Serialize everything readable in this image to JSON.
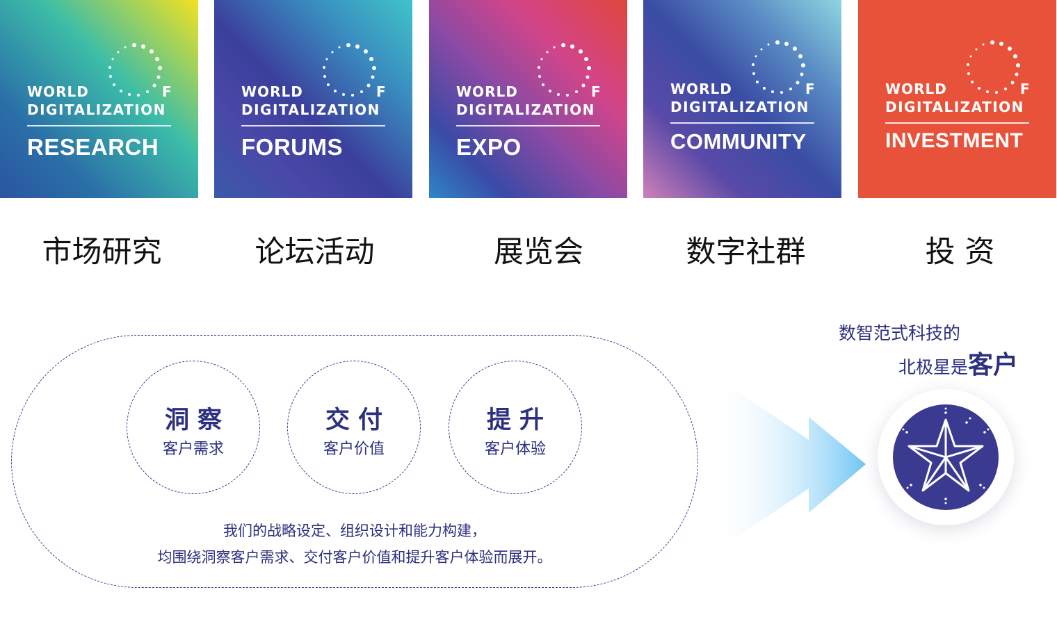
{
  "brand": {
    "line1": "WORLD",
    "line1_suffix": "F",
    "line2": "DIGITALIZATION"
  },
  "cards": [
    {
      "category": "RESEARCH",
      "label": "市场研究"
    },
    {
      "category": "FORUMS",
      "label": "论坛活动"
    },
    {
      "category": "EXPO",
      "label": "展览会"
    },
    {
      "category": "COMMUNITY",
      "label": "数字社群"
    },
    {
      "category": "INVESTMENT",
      "label": "投 资"
    }
  ],
  "pillars": [
    {
      "title": "洞察",
      "subtitle": "客户需求"
    },
    {
      "title": "交付",
      "subtitle": "客户价值"
    },
    {
      "title": "提升",
      "subtitle": "客户体验"
    }
  ],
  "statement": {
    "line1": "我们的战略设定、组织设计和能力构建，",
    "line2": "均围绕洞察客户需求、交付客户价值和提升客户体验而展开。"
  },
  "goal": {
    "line1": "数智范式科技的",
    "line2_prefix": "北极星是",
    "line2_strong": "客户"
  },
  "colors": {
    "navy": "#2d2f7f",
    "star_circle": "#3a3a90",
    "investment": "#e8523a"
  }
}
